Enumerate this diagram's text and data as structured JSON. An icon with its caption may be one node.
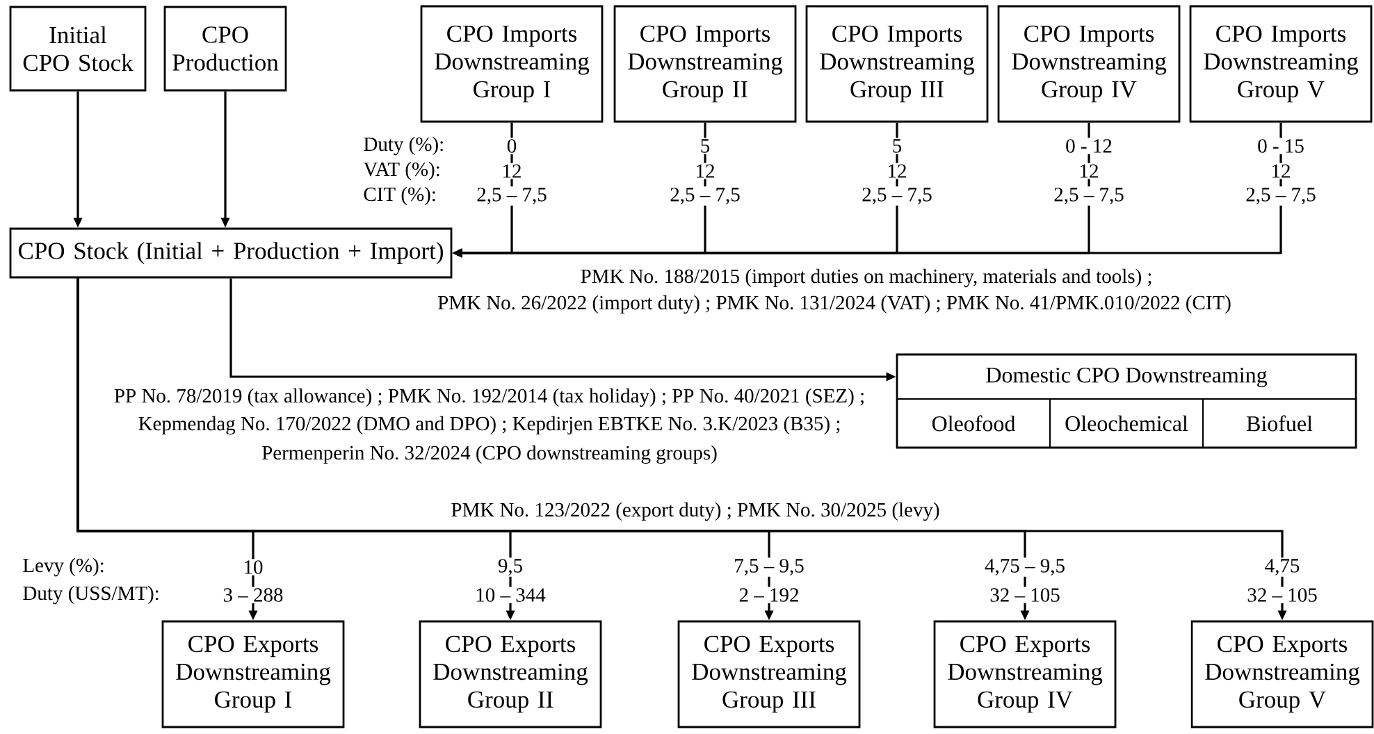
{
  "diagram": {
    "nodes": [
      {
        "text": [
          "Initial CPO Stock"
        ]
      },
      {
        "text": [
          "CPO Production"
        ]
      },
      {
        "text": [
          "CPO Imports Downstreaming Group I"
        ]
      },
      {
        "text": [
          "CPO Imports Downstreaming Group II"
        ]
      },
      {
        "text": [
          "CPO Imports Downstreaming Group III"
        ]
      },
      {
        "text": [
          "CPO Imports Downstreaming Group IV"
        ]
      },
      {
        "text": [
          "CPO Imports Downstreaming Group V"
        ]
      },
      {
        "text": [
          "CPO Stock (Initial + Production + Import)"
        ]
      },
      {
        "text": [
          "Domestic CPO Downstreaming"
        ]
      },
      {
        "text": [
          "Oleofood"
        ],
        "in": 8
      },
      {
        "text": [
          "Oleochemical"
        ],
        "in": 8
      },
      {
        "text": [
          "Biofuel"
        ],
        "in": 8
      },
      {
        "text": [
          "CPO Exports Downstreaming Group I"
        ]
      },
      {
        "text": [
          "CPO Exports Downstreaming Group II"
        ]
      },
      {
        "text": [
          "CPO Exports Downstreaming Group III"
        ]
      },
      {
        "text": [
          "CPO Exports Downstreaming Group IV"
        ]
      },
      {
        "text": [
          "CPO Exports Downstreaming Group V"
        ]
      }
    ],
    "edges": [
      {
        "from": 0,
        "to": 7,
        "arrow": "to"
      },
      {
        "from": 1,
        "to": 7,
        "arrow": "to"
      },
      {
        "from": 2,
        "to": 7,
        "arrow": "to"
      },
      {
        "from": 3,
        "to": 7,
        "arrow": "to"
      },
      {
        "from": 4,
        "to": 7,
        "arrow": "to"
      },
      {
        "from": 5,
        "to": 7,
        "arrow": "to"
      },
      {
        "from": 6,
        "to": 7,
        "arrow": "to"
      },
      {
        "from": 7,
        "to": 8,
        "arrow": "to"
      },
      {
        "from": 7,
        "to": 12,
        "arrow": "to"
      },
      {
        "from": 7,
        "to": 13,
        "arrow": "to"
      },
      {
        "from": 7,
        "to": 14,
        "arrow": "to"
      },
      {
        "from": 7,
        "to": 15,
        "arrow": "to"
      },
      {
        "from": 7,
        "to": 16,
        "arrow": "to"
      }
    ],
    "labels": [
      "Duty (%):",
      "0",
      "5",
      "5",
      "0 - 12",
      "0 - 15",
      "VAT (%):",
      "12",
      "12",
      "12",
      "12",
      "12",
      "CIT (%):",
      "2,5 – 7,5",
      "2,5 – 7,5",
      "2,5 – 7,5",
      "2,5 – 7,5",
      "2,5 – 7,5",
      "PMK No. 188/2015 (import duties on machinery, materials and tools) ;",
      "PMK No. 26/2022 (import duty) ; PMK No. 131/2024 (VAT) ; PMK No. 41/PMK.010/2022 (CIT)",
      "PP No. 78/2019 (tax allowance) ; PMK No. 192/2014 (tax holiday) ; PP No. 40/2021 (SEZ) ;",
      "Kepmendag No. 170/2022 (DMO and DPO) ; Kepdirjen EBTKE No. 3.K/2023 (B35) ;",
      "Permenperin No. 32/2024 (CPO downstreaming groups)",
      "PMK No. 123/2022 (export duty) ; PMK No. 30/2025 (levy)",
      "Levy (%):",
      "10",
      "9,5",
      "7,5 – 9,5",
      "4,75 – 9,5",
      "4,75",
      "Duty (USS/MT):",
      "3 – 288",
      "10 – 344",
      "2 – 192",
      "32 – 105",
      "32 – 105"
    ]
  }
}
